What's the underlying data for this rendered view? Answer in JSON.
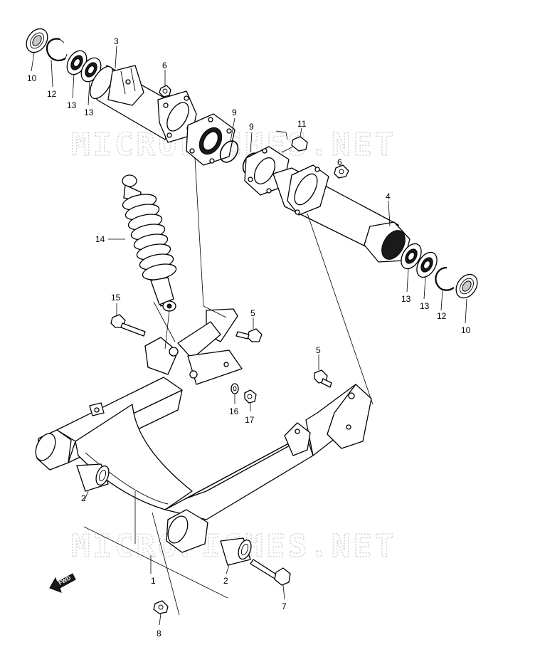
{
  "watermark": {
    "text_top": "MICROFICHES.NET",
    "text_bottom": "MICROFICHES.NET"
  },
  "fwd_label": "FWD",
  "callouts": [
    {
      "id": "c10a",
      "number": "10"
    },
    {
      "id": "c12a",
      "number": "12"
    },
    {
      "id": "c13a",
      "number": "13"
    },
    {
      "id": "c13b",
      "number": "13"
    },
    {
      "id": "c3",
      "number": "3"
    },
    {
      "id": "c6a",
      "number": "6"
    },
    {
      "id": "c9a",
      "number": "9"
    },
    {
      "id": "c9b",
      "number": "9"
    },
    {
      "id": "c11",
      "number": "11"
    },
    {
      "id": "c6b",
      "number": "6"
    },
    {
      "id": "c4",
      "number": "4"
    },
    {
      "id": "c14",
      "number": "14"
    },
    {
      "id": "c13c",
      "number": "13"
    },
    {
      "id": "c13d",
      "number": "13"
    },
    {
      "id": "c12b",
      "number": "12"
    },
    {
      "id": "c10b",
      "number": "10"
    },
    {
      "id": "c15",
      "number": "15"
    },
    {
      "id": "c5a",
      "number": "5"
    },
    {
      "id": "c5b",
      "number": "5"
    },
    {
      "id": "c16",
      "number": "16"
    },
    {
      "id": "c17",
      "number": "17"
    },
    {
      "id": "c2a",
      "number": "2"
    },
    {
      "id": "c1",
      "number": "1"
    },
    {
      "id": "c2b",
      "number": "2"
    },
    {
      "id": "c7",
      "number": "7"
    },
    {
      "id": "c8",
      "number": "8"
    }
  ]
}
